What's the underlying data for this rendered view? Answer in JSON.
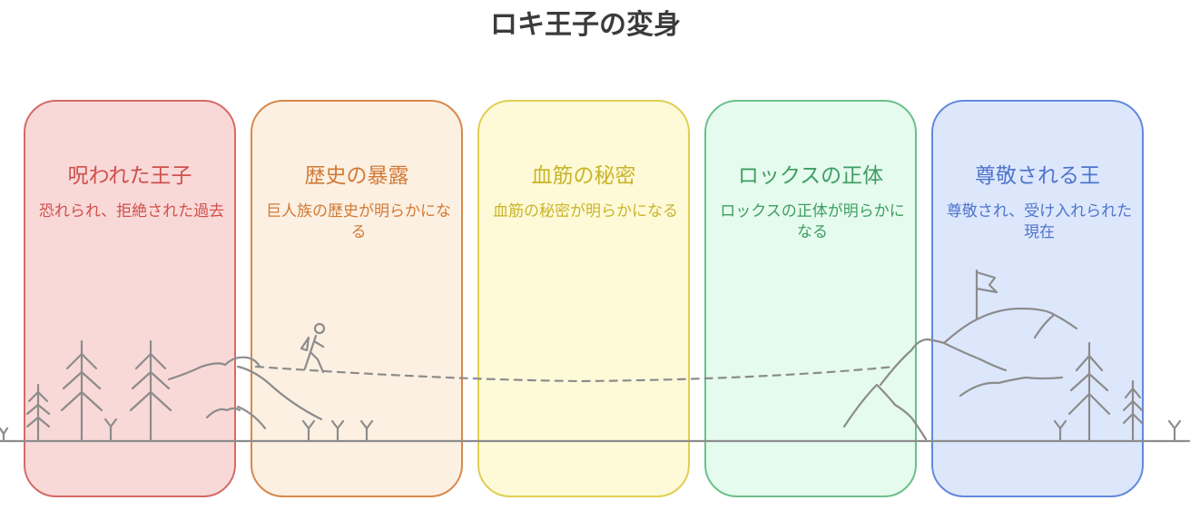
{
  "title": "ロキ王子の変身",
  "stages": [
    {
      "title": "呪われた王子",
      "description": "恐れられ、拒絶された過去"
    },
    {
      "title": "歴史の暴露",
      "description": "巨人族の歴史が明らかになる"
    },
    {
      "title": "血筋の秘密",
      "description": "血筋の秘密が明らかになる"
    },
    {
      "title": "ロックスの正体",
      "description": "ロックスの正体が明らかになる"
    },
    {
      "title": "尊敬される王",
      "description": "尊敬され、受け入れられた現在"
    }
  ],
  "colors": {
    "stage_backgrounds": [
      "#f9d9d8",
      "#fcf0e2",
      "#fefad8",
      "#e5fbed",
      "#dde7fc"
    ],
    "stage_borders": [
      "#d46a66",
      "#d8884a",
      "#e0cf52",
      "#6cc08a",
      "#6389dc"
    ],
    "stage_text": [
      "#d0504c",
      "#d17a36",
      "#c9b42a",
      "#3e9e62",
      "#4f74cc"
    ],
    "illustration": "#8c8c8c"
  },
  "icons": [
    "pine-tree-icon",
    "grass-sprout-icon",
    "hiker-icon",
    "mountain-icon",
    "flag-icon"
  ]
}
